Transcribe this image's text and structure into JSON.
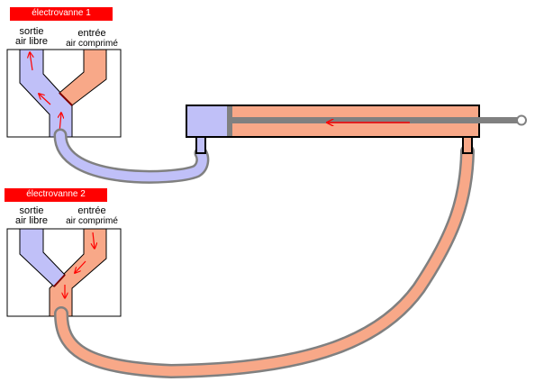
{
  "valve1": {
    "title": "électrovanne 1",
    "outlet_line1": "sortie",
    "outlet_line2": "air libre",
    "inlet_line1": "entrée",
    "inlet_line2": "air comprimé"
  },
  "valve2": {
    "title": "électrovanne 2",
    "outlet_line1": "sortie",
    "outlet_line2": "air libre",
    "inlet_line1": "entrée",
    "inlet_line2": "air comprimé"
  },
  "colors": {
    "exhaust_air": "#c0c0f8",
    "compressed_air": "#f8a888",
    "arrow": "#ff0000",
    "badge": "#ff0000",
    "hose_outline": "#808080",
    "rod": "#808080"
  },
  "icons": {
    "flow_arrow": "red-thin-arrow",
    "rod_end": "circle-eye"
  }
}
